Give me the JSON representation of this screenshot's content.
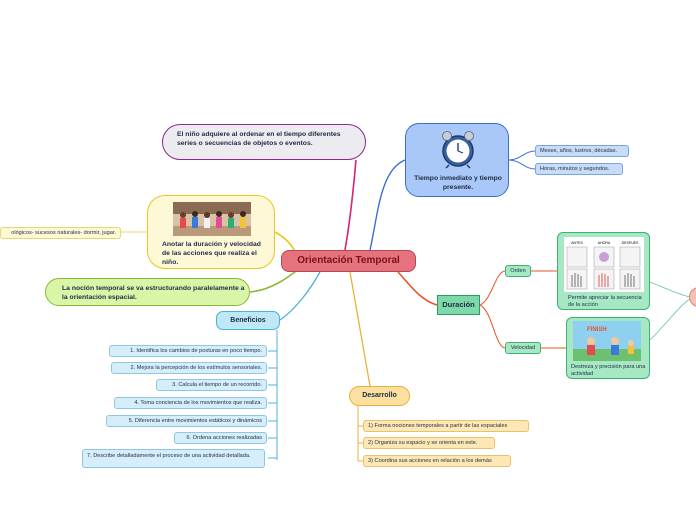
{
  "central": "Orientación Temporal",
  "nino_ordenar": "El niño adquiere  al ordenar en el tiempo diferentes series o secuencias de objetos o eventos.",
  "tiempo_inmediato": "Tiempo inmediato y tiempo presente.",
  "tiempo_items": [
    "Meses, años, lustros, décadas.",
    "Horas, minutos y segundos."
  ],
  "anotar": "Anotar la duración y velocidad de las acciones que realiza el niño.",
  "extra_item": "ológicos- sucesos naturales- dormir, jugar.",
  "nocion": "La noción temporal se va estructurando paralelamente a la orientación espacial.",
  "beneficios": {
    "label": "Beneficios",
    "items": [
      "1. Identifica los cambios de posturas en poco tiempo.",
      "2. Mejora la percepción de los estímulos sensoriales.",
      "3. Calcula el tiempo de un recorrido.",
      "4. Toma conciencia de los movimientos que realiza.",
      "5. Diferencia entre movimientos estáticos y dinámicos",
      "6. Ordena acciones realizadas",
      "7. Describe detalladamente el proceso de una actividad detallada."
    ]
  },
  "duracion": {
    "label": "Duración",
    "orden": "Orden",
    "velocidad": "Velocidad",
    "orden_caption": "Permite apreciar la secuencia de la acción",
    "velocidad_caption": "Destreza y precisión para una actividad",
    "seq_labels": [
      "ANTES",
      "AHORA",
      "DESPUÉS"
    ],
    "finish_text": "FINISH"
  },
  "desarrollo": {
    "label": "Desarrollo",
    "items": [
      "1) Forma  nociones temporales a partir de las espaciales",
      "2) Organiza su espacio y se orienta en este.",
      "3) Coordina sus acciones en relación  a los demás"
    ]
  },
  "colors": {
    "central": "#e5727c",
    "purple": "#8a2a8a",
    "blue": "#3a6ed1",
    "yellow": "#e6c81f",
    "green": "#8cb838",
    "cyan": "#4fb0d8",
    "orange_red": "#e8532b",
    "gold": "#e8b23a"
  },
  "icons": [
    "alarm-clock-icon",
    "children-photo",
    "sequence-photo",
    "finish-race-photo"
  ]
}
